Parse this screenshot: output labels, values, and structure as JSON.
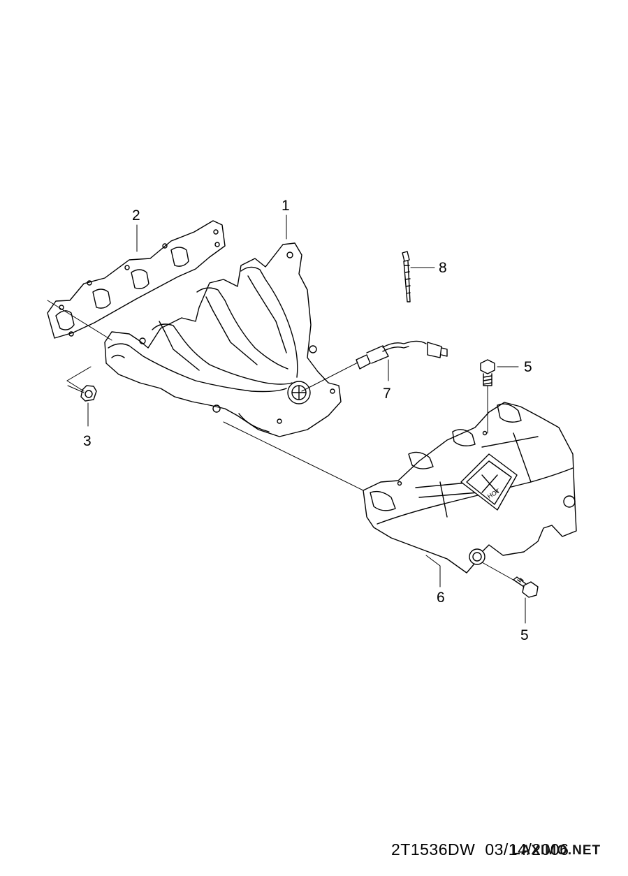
{
  "callouts": {
    "c1": "1",
    "c2": "2",
    "c3": "3",
    "c5a": "5",
    "c5b": "5",
    "c6": "6",
    "c7": "7",
    "c8": "8"
  },
  "footer": {
    "drawing_code": "2T1536DW",
    "date": "03/14/2006"
  },
  "watermark": "LAXIMO.NET",
  "shield_logo": "HOT"
}
